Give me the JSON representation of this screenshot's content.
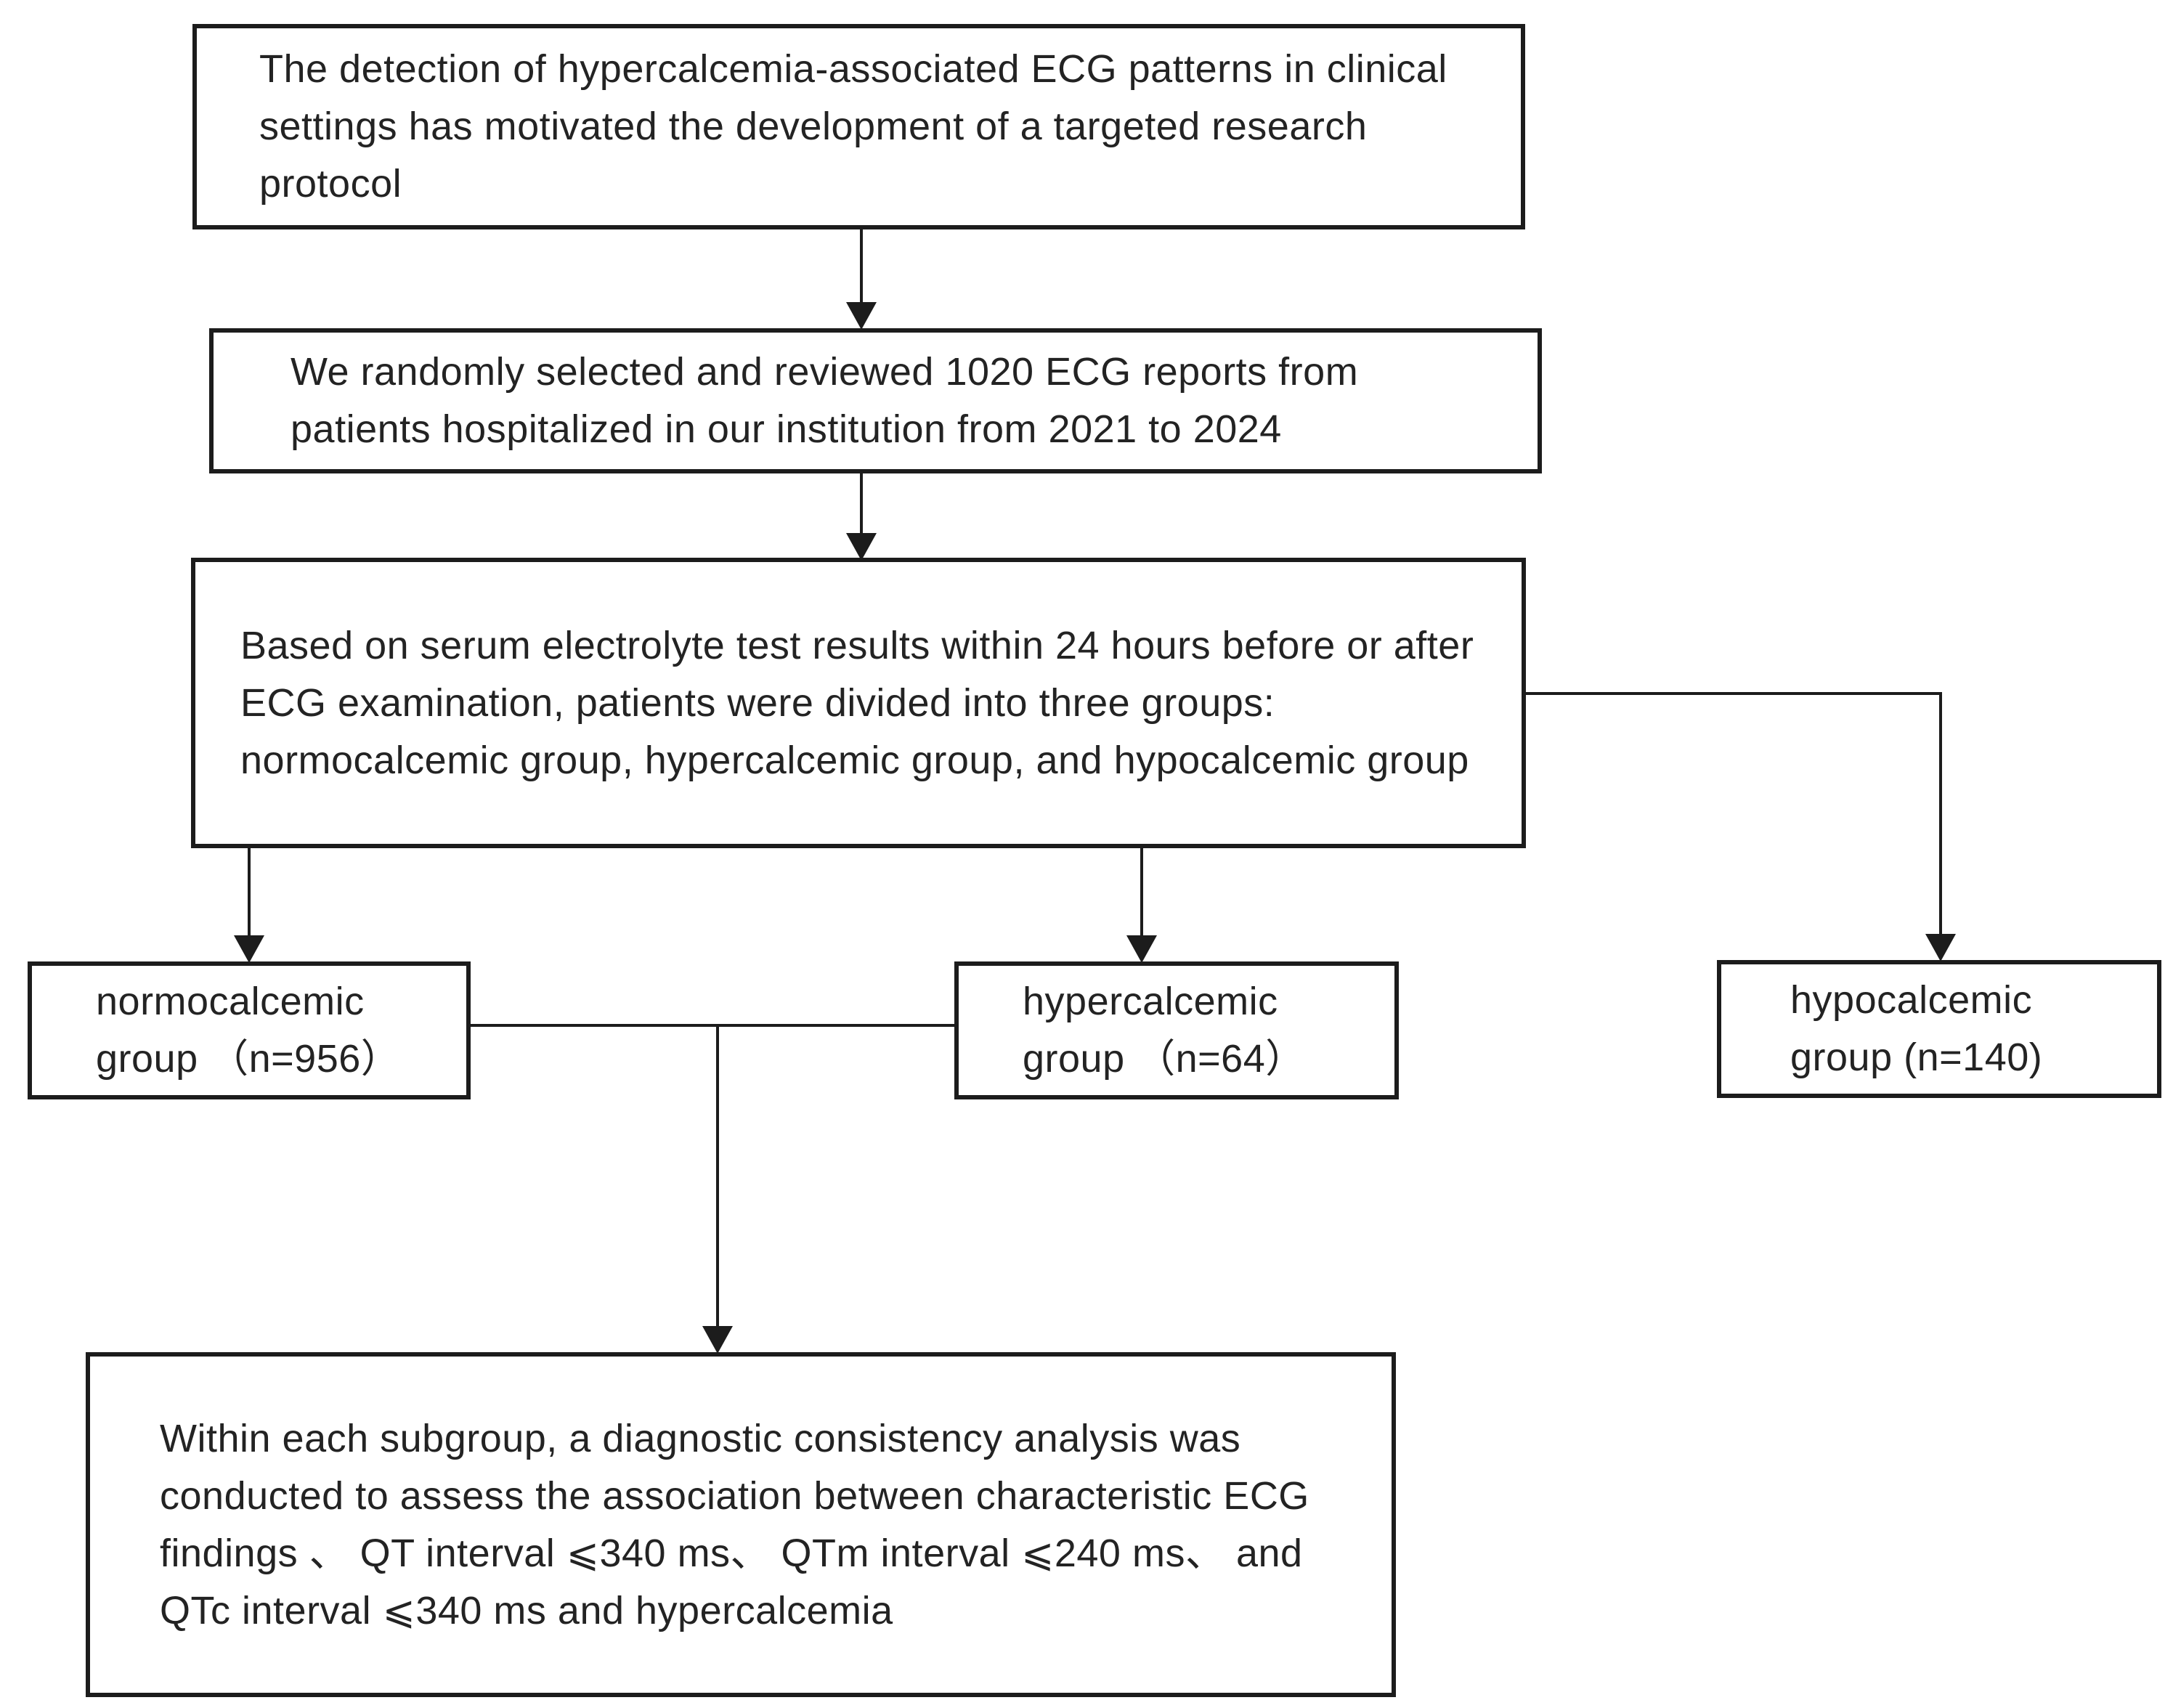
{
  "diagram": {
    "title": "ECG hypercalcemia study protocol flowchart",
    "colors": {
      "line": "#1c1c1c",
      "background": "#ffffff",
      "text": "#232323"
    },
    "boxes": {
      "protocol": {
        "text": "The detection of hypercalcemia-associated ECG patterns in clinical settings has motivated the development of a targeted research protocol"
      },
      "selection": {
        "text": "We randomly selected and reviewed 1020 ECG reports from patients hospitalized in our institution from 2021 to 2024"
      },
      "grouping": {
        "text": "Based on serum electrolyte test results within 24 hours before or after ECG examination, patients were divided into three groups: normocalcemic group, hypercalcemic group, and hypocalcemic group"
      },
      "normocalcemic": {
        "label": "normocalcemic group",
        "n": 956,
        "text": "normocalcemic group （n=956）"
      },
      "hypercalcemic": {
        "label": "hypercalcemic group",
        "n": 64,
        "text": "hypercalcemic group （n=64）"
      },
      "hypocalcemic": {
        "label": "hypocalcemic group",
        "n": 140,
        "text": "hypocalcemic group (n=140)"
      },
      "analysis": {
        "text": "Within each subgroup, a diagnostic consistency analysis was conducted to assess the association between characteristic ECG findings 、 QT interval ⩽340 ms、 QTm interval ⩽240 ms、 and QTc interval ⩽340 ms and hypercalcemia"
      }
    }
  }
}
